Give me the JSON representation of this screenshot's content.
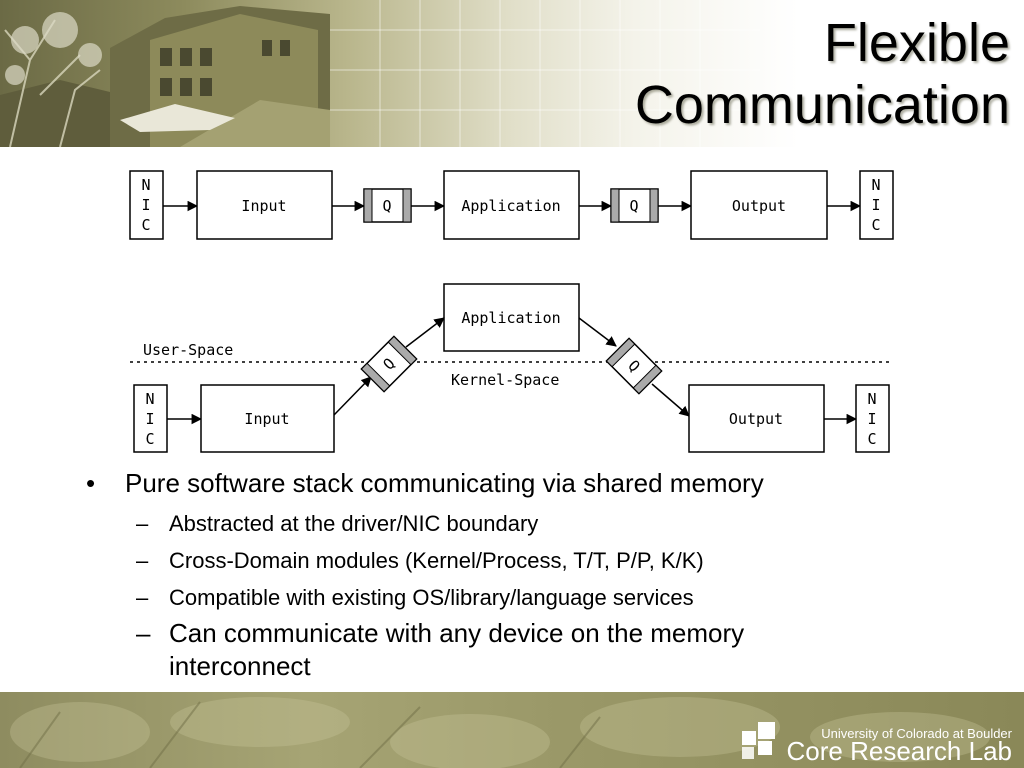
{
  "slide": {
    "title_line1": "Flexible",
    "title_line2": "Communication"
  },
  "diagram_top": {
    "nic_left": [
      "N",
      "I",
      "C"
    ],
    "input": "Input",
    "queue1": "Q",
    "application": "Application",
    "queue2": "Q",
    "output": "Output",
    "nic_right": [
      "N",
      "I",
      "C"
    ]
  },
  "diagram_bottom": {
    "user_space_label": "User-Space",
    "kernel_space_label": "Kernel-Space",
    "application": "Application",
    "queue1": "Q",
    "queue2": "Q",
    "nic_left": [
      "N",
      "I",
      "C"
    ],
    "input": "Input",
    "output": "Output",
    "nic_right": [
      "N",
      "I",
      "C"
    ]
  },
  "bullets": {
    "main_marker": "•",
    "main": "Pure software stack communicating via shared memory",
    "sub_marker": "–",
    "sub": [
      "Abstracted at the driver/NIC boundary",
      "Cross-Domain modules (Kernel/Process, T/T, P/P, K/K)",
      "Compatible with existing OS/library/language services",
      "Can communicate with any device on the memory interconnect"
    ]
  },
  "footer": {
    "university": "University of Colorado at Boulder",
    "lab_name": "Core Research Lab"
  }
}
